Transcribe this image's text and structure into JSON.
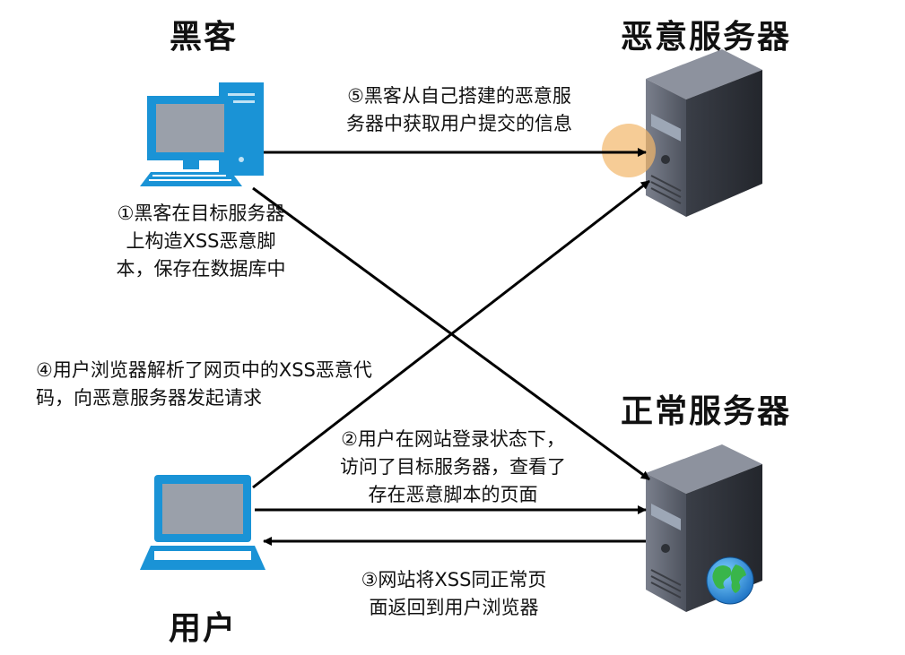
{
  "titles": {
    "hacker": "黑客",
    "malicious_server": "恶意服务器",
    "normal_server": "正常服务器",
    "user": "用户"
  },
  "steps": {
    "step1": "①黑客在目标服务器\n上构造XSS恶意脚\n本，保存在数据库中",
    "step2": "②用户在网站登录状态下，\n访问了目标服务器，查看了\n存在恶意脚本的页面",
    "step3": "③网站将XSS同正常页\n面返回到用户浏览器",
    "step4": "④用户浏览器解析了网页中的XSS恶意代\n码，向恶意服务器发起请求",
    "step5": "⑤黑客从自己搭建的恶意服\n务器中获取用户提交的信息"
  },
  "icons": {
    "hacker_computer": "desktop-computer-icon",
    "user_computer": "laptop-icon",
    "malicious_server": "server-tower-icon",
    "normal_server": "server-tower-icon",
    "globe": "globe-icon"
  },
  "colors": {
    "screen_blue": "#1a93d6",
    "server_body": "#555a66",
    "highlight": "#f2b66a",
    "arrow": "#000000"
  }
}
